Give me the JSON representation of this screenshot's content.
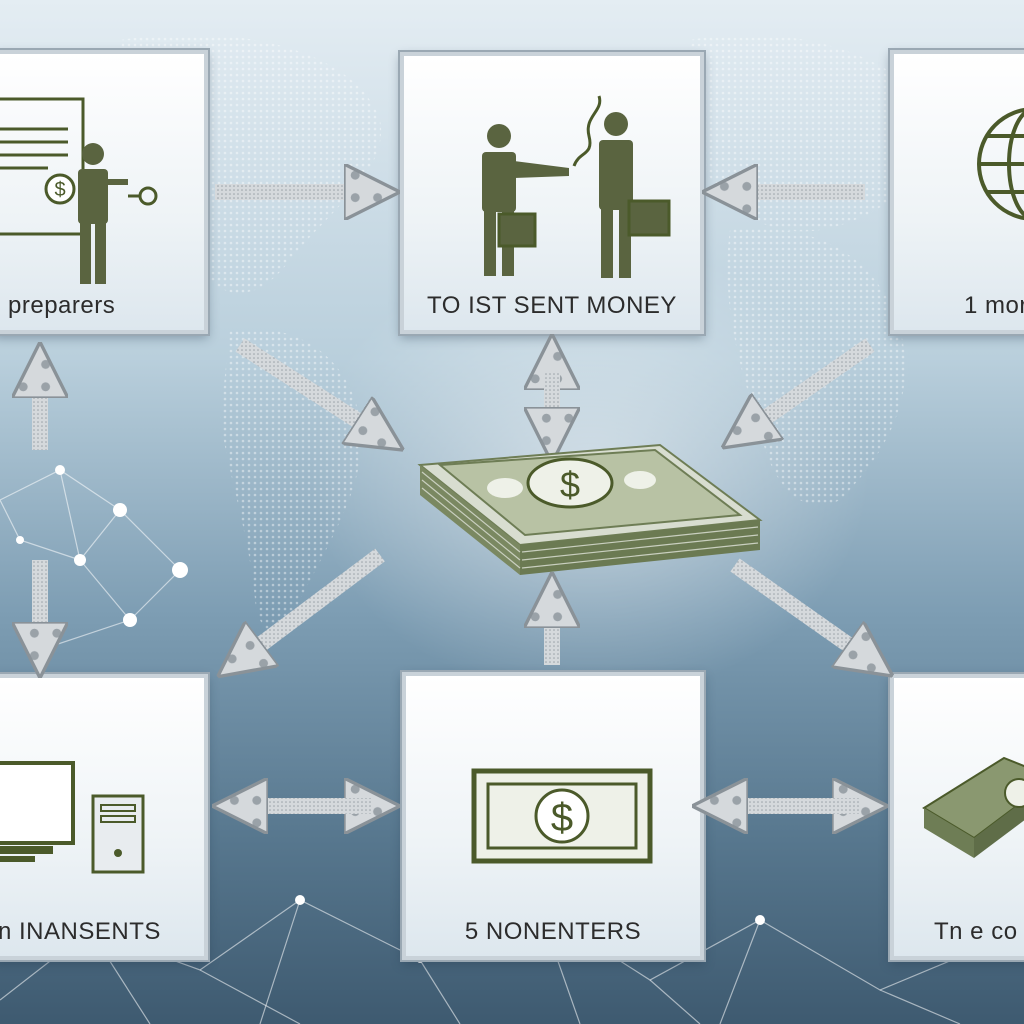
{
  "panels": {
    "top_left": {
      "label": "preparers"
    },
    "top_center": {
      "label": "TO IST SENT MONEY"
    },
    "top_right": {
      "label": "1 mor"
    },
    "bottom_left": {
      "label": "n INANSENTS"
    },
    "bottom_center": {
      "label": "5 NONENTERS"
    },
    "bottom_right": {
      "label": "Tn e co"
    }
  },
  "icons": {
    "top_left": [
      "document-icon",
      "dollar-coin-icon",
      "person-icon"
    ],
    "top_center": [
      "person-giving-icon",
      "person-receiving-icon",
      "briefcase-icon"
    ],
    "top_right": [
      "globe-icon"
    ],
    "center": [
      "cash-stack-icon"
    ],
    "bottom_left": [
      "computer-monitor-icon",
      "desktop-tower-icon"
    ],
    "bottom_center": [
      "banknote-icon"
    ],
    "bottom_right": [
      "cash-stack-icon"
    ]
  },
  "colors": {
    "icon_green": "#4b5a2a",
    "cash_green": "#6e7d55",
    "arrow_gray": "#c9cdd1",
    "network_node": "#ffffff"
  }
}
